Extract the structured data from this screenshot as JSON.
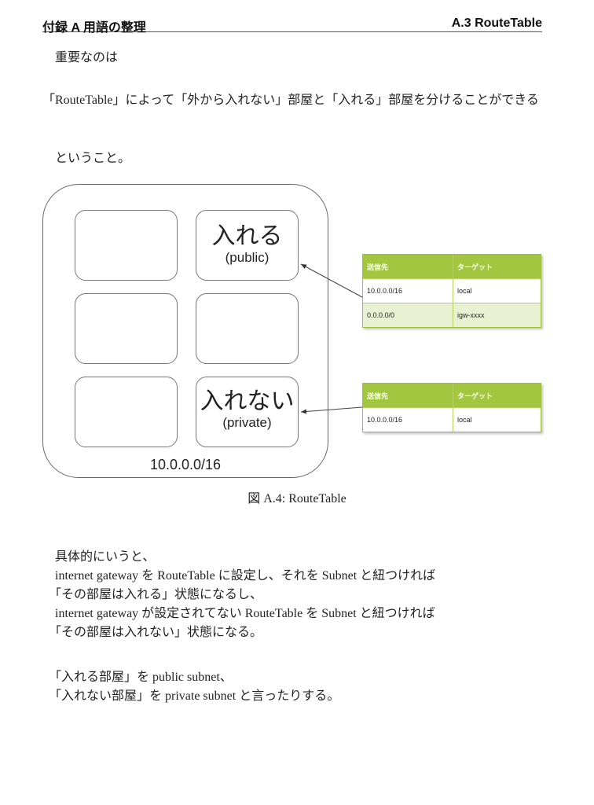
{
  "header": {
    "chapter": "付録 A 用語の整理",
    "section": "A.3 RouteTable"
  },
  "intro": {
    "line1": "重要なのは",
    "line2": "「RouteTable」によって「外から入れない」部屋と「入れる」部屋を分けることができる",
    "line3": "ということ。"
  },
  "figure": {
    "vpc_cidr": "10.0.0.0/16",
    "subnets": [
      {
        "label": "",
        "sub": ""
      },
      {
        "label": "入れる",
        "sub": "(public)"
      },
      {
        "label": "",
        "sub": ""
      },
      {
        "label": "",
        "sub": ""
      },
      {
        "label": "",
        "sub": ""
      },
      {
        "label": "入れない",
        "sub": "(private)"
      }
    ],
    "route_tables": [
      {
        "headers": [
          "送信先",
          "ターゲット"
        ],
        "rows": [
          [
            "10.0.0.0/16",
            "local"
          ],
          [
            "0.0.0.0/0",
            "igw-xxxx"
          ]
        ]
      },
      {
        "headers": [
          "送信先",
          "ターゲット"
        ],
        "rows": [
          [
            "10.0.0.0/16",
            "local"
          ]
        ]
      }
    ],
    "colors": {
      "table_header": "#a2c63f",
      "table_border": "#9fbf3a",
      "table_alt_row": "#e9f1d3"
    },
    "caption": "図 A.4: RouteTable"
  },
  "body": {
    "lines": [
      "具体的にいうと、",
      "internet gateway を RouteTable に設定し、それを Subnet と紐つければ",
      "「その部屋は入れる」状態になるし、",
      "internet gateway が設定されてない RouteTable を Subnet と紐つければ",
      "「その部屋は入れない」状態になる。"
    ],
    "lines2": [
      "「入れる部屋」を public subnet、",
      "「入れない部屋」を private subnet と言ったりする。"
    ]
  }
}
